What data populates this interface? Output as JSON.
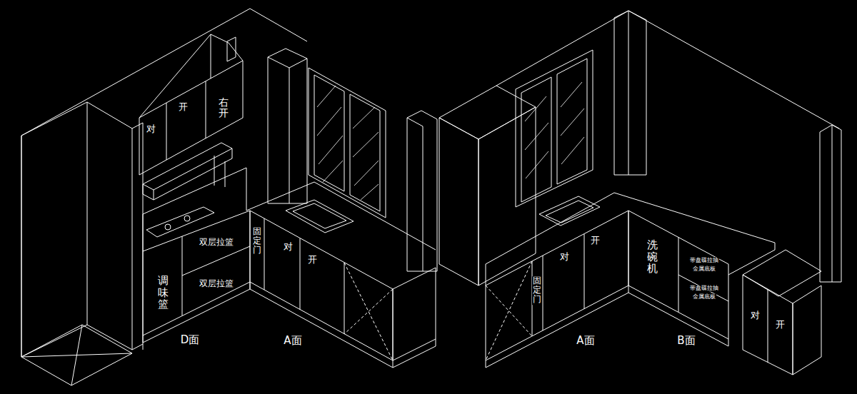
{
  "diagram": {
    "labels": [
      "对",
      "开",
      "右开",
      "调味篮",
      "双层拉篮",
      "双层拉篮",
      "固定门",
      "对",
      "开",
      "D面",
      "A面",
      "固定门",
      "对",
      "开",
      "洗碗机",
      "带盘碟拉抽",
      "金属底板",
      "带盘碟拉抽",
      "金属底板",
      "A面",
      "B面",
      "对",
      "开"
    ]
  }
}
